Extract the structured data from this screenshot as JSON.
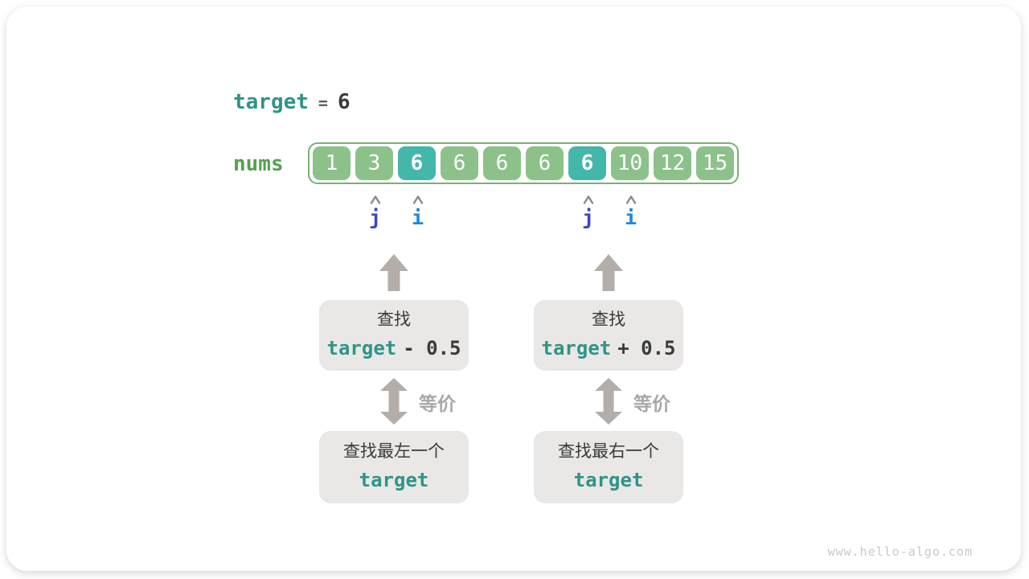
{
  "page": {
    "watermark": "www.hello-algo.com"
  },
  "colors": {
    "teal": "#2f9486",
    "green_label": "#55a04e",
    "cell_green": "#8dc18a",
    "cell_teal": "#43b7aa",
    "array_border": "#79b176",
    "box_bg": "#e9e8e7",
    "arrow_gray": "#b3aeaa",
    "equiv_text": "#a8a8a8",
    "dark_text": "#3a3a3a",
    "equals_gray": "#606060",
    "pointer_j": "#3845cc",
    "pointer_i": "#1e88d6",
    "caret_gray": "#8a8a8a",
    "watermark": "#c9c9c9"
  },
  "header": {
    "variable": "target",
    "equals": "=",
    "value": "6"
  },
  "array": {
    "label": "nums",
    "cells": [
      {
        "value": "1",
        "highlight": false
      },
      {
        "value": "3",
        "highlight": false
      },
      {
        "value": "6",
        "highlight": true
      },
      {
        "value": "6",
        "highlight": false
      },
      {
        "value": "6",
        "highlight": false
      },
      {
        "value": "6",
        "highlight": false
      },
      {
        "value": "6",
        "highlight": true
      },
      {
        "value": "10",
        "highlight": false
      },
      {
        "value": "12",
        "highlight": false
      },
      {
        "value": "15",
        "highlight": false
      }
    ]
  },
  "pointers": [
    {
      "label": "j",
      "cell": 1,
      "color": "pointer_j"
    },
    {
      "label": "i",
      "cell": 2,
      "color": "pointer_i"
    },
    {
      "label": "j",
      "cell": 6,
      "color": "pointer_j"
    },
    {
      "label": "i",
      "cell": 7,
      "color": "pointer_i"
    }
  ],
  "columns": [
    {
      "side": "left",
      "search_label": "查找",
      "expr_variable": "target",
      "expr_operator": "- 0.5",
      "equivalence_label": "等价",
      "result_line1": "查找最左一个",
      "result_line2": "target"
    },
    {
      "side": "right",
      "search_label": "查找",
      "expr_variable": "target",
      "expr_operator": "+ 0.5",
      "equivalence_label": "等价",
      "result_line1": "查找最右一个",
      "result_line2": "target"
    }
  ]
}
